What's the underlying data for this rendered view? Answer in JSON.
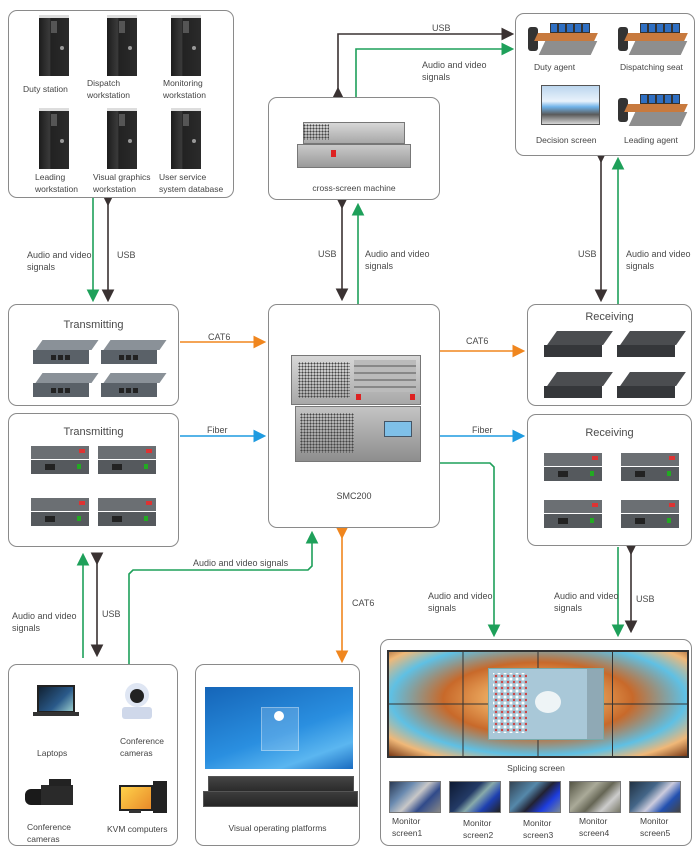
{
  "colors": {
    "usb": "#3a3232",
    "av": "#1ea05a",
    "cat6": "#f0861e",
    "fiber": "#1f9be0",
    "box_border": "#8a8a8a"
  },
  "workstations": {
    "items": [
      {
        "label": "Duty station"
      },
      {
        "label": "Dispatch\nworkstation"
      },
      {
        "label": "Monitoring\nworkstation"
      },
      {
        "label": "Leading\nworkstation"
      },
      {
        "label": "Visual graphics\nworkstation"
      },
      {
        "label": "User service\nsystem database"
      }
    ]
  },
  "cross_screen": {
    "label": "cross-screen machine"
  },
  "agents": {
    "items": [
      {
        "label": "Duty agent"
      },
      {
        "label": "Dispatching seat"
      },
      {
        "label": "Decision screen"
      },
      {
        "label": "Leading agent"
      }
    ]
  },
  "transmit_cat6": {
    "title": "Transmitting"
  },
  "transmit_fiber": {
    "title": "Transmitting"
  },
  "receive_cat6": {
    "title": "Receiving"
  },
  "receive_fiber": {
    "title": "Receiving"
  },
  "matrix": {
    "label": "SMC200"
  },
  "sources": {
    "items": [
      {
        "label": "Laptops"
      },
      {
        "label": "Conference\ncameras"
      },
      {
        "label": "Conference\ncameras"
      },
      {
        "label": "KVM computers"
      }
    ]
  },
  "platform": {
    "label": "Visual operating platforms"
  },
  "splicing": {
    "label": "Splicing screen",
    "monitors": [
      {
        "label": "Monitor\nscreen1"
      },
      {
        "label": "Monitor\nscreen2"
      },
      {
        "label": "Monitor\nscreen3"
      },
      {
        "label": "Monitor\nscreen4"
      },
      {
        "label": "Monitor\nscreen5"
      }
    ]
  },
  "links": {
    "ws_av": "Audio and video\nsignals",
    "ws_usb": "USB",
    "top_usb": "USB",
    "top_av": "Audio and video\nsignals",
    "cross_usb": "USB",
    "cross_av": "Audio and video\nsignals",
    "agents_usb": "USB",
    "agents_av": "Audio and video\nsignals",
    "tx_cat6": "CAT6",
    "tx_fiber": "Fiber",
    "rx_cat6": "CAT6",
    "rx_fiber": "Fiber",
    "src_av": "Audio and video\nsignals",
    "src_usb": "USB",
    "src_matrix_av": "Audio and video signals",
    "platform_cat6": "CAT6",
    "matrix_splice_av": "Audio and video\nsignals",
    "rx_splice_av": "Audio and video\nsignals",
    "rx_splice_usb": "USB"
  }
}
